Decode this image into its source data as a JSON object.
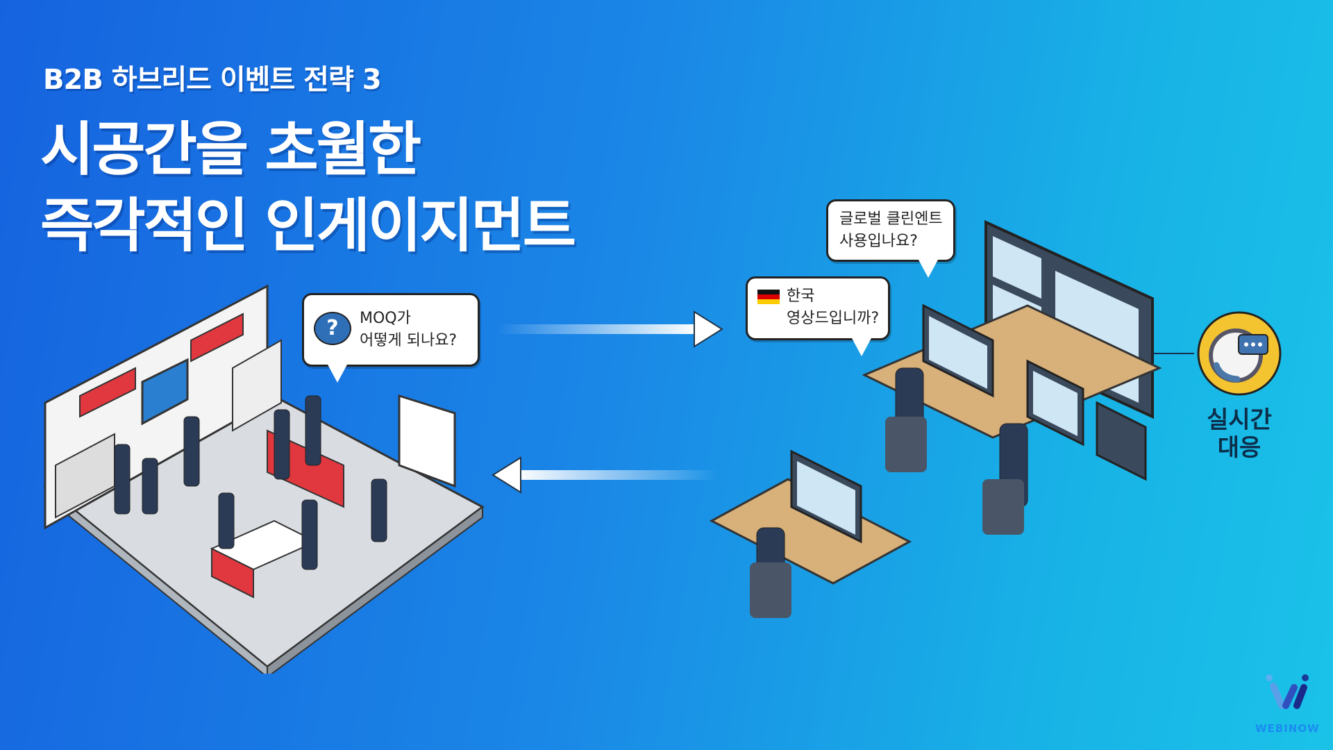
{
  "header": {
    "kicker": "B2B 하브리드 이벤트 전략 3",
    "title_line1": "시공간을 초월한",
    "title_line2": "즉각적인 인게이지먼트"
  },
  "bubbles": {
    "booth_question": {
      "line1": "MOQ가",
      "line2": "어떻게 되나요?",
      "icon": "question-icon"
    },
    "client_question": {
      "line1": "글로벌 클린엔트",
      "line2": "사용입나요?"
    },
    "german_question": {
      "line1": "한국",
      "line2": "영상드입니까?",
      "icon": "germany-flag-icon"
    }
  },
  "realtime": {
    "line1": "실시간",
    "line2": "대응",
    "icon": "headset-chat-icon",
    "color": "#f4c430"
  },
  "logo": {
    "text": "WEBINOW"
  },
  "colors": {
    "bg_start": "#1663df",
    "bg_end": "#1ac2e8",
    "booth_red": "#e0383e"
  }
}
